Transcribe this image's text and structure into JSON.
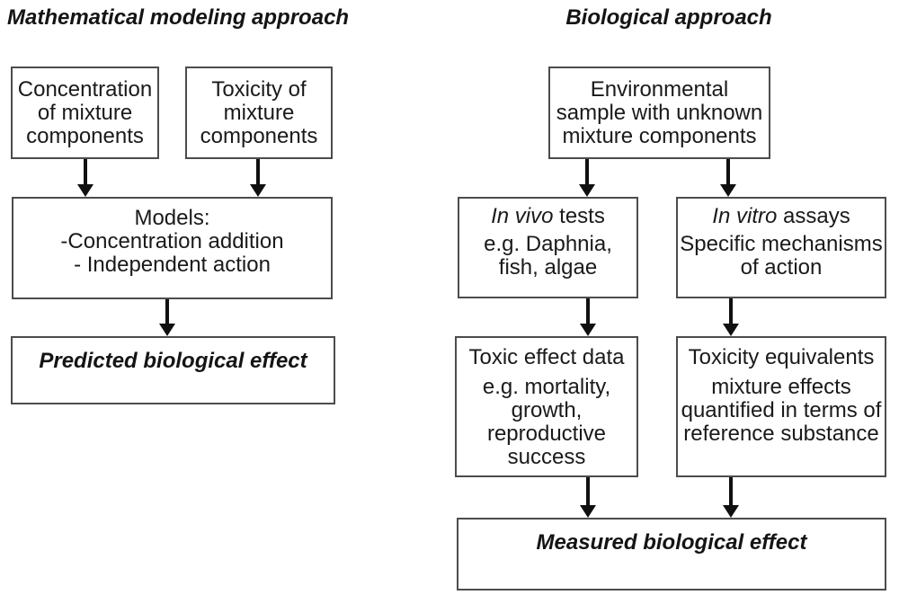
{
  "colors": {
    "background": "#ffffff",
    "text": "#1a1a1a",
    "box_border": "#4c4c4c",
    "arrow": "#101010"
  },
  "titles": {
    "mathematical": "Mathematical modeling approach",
    "biological": "Biological approach"
  },
  "mathematical": {
    "concentration": {
      "lines": [
        "Concentration",
        "of mixture",
        "components"
      ]
    },
    "toxicity": {
      "lines": [
        "Toxicity of",
        "mixture",
        "components"
      ]
    },
    "models": {
      "lines": [
        "Models:",
        "-Concentration addition",
        "- Independent action"
      ]
    },
    "predicted": {
      "label": "Predicted biological effect"
    }
  },
  "biological": {
    "environmental": {
      "lines": [
        "Environmental",
        "sample with unknown",
        "mixture components"
      ]
    },
    "in_vivo": {
      "heading_italic": "In vivo",
      "heading_rest": " tests",
      "lines": [
        "e.g. Daphnia,",
        "fish, algae"
      ]
    },
    "in_vitro": {
      "heading_italic": "In vitro",
      "heading_rest": " assays",
      "lines": [
        "Specific mechanisms",
        "of action"
      ]
    },
    "toxic_effect": {
      "heading": "Toxic effect data",
      "lines": [
        "e.g. mortality,",
        "growth,",
        "reproductive",
        "success"
      ]
    },
    "toxicity_equivalents": {
      "heading": "Toxicity equivalents",
      "lines": [
        "mixture effects",
        "quantified in terms of",
        "reference substance"
      ]
    },
    "measured": {
      "label": "Measured biological effect"
    }
  }
}
